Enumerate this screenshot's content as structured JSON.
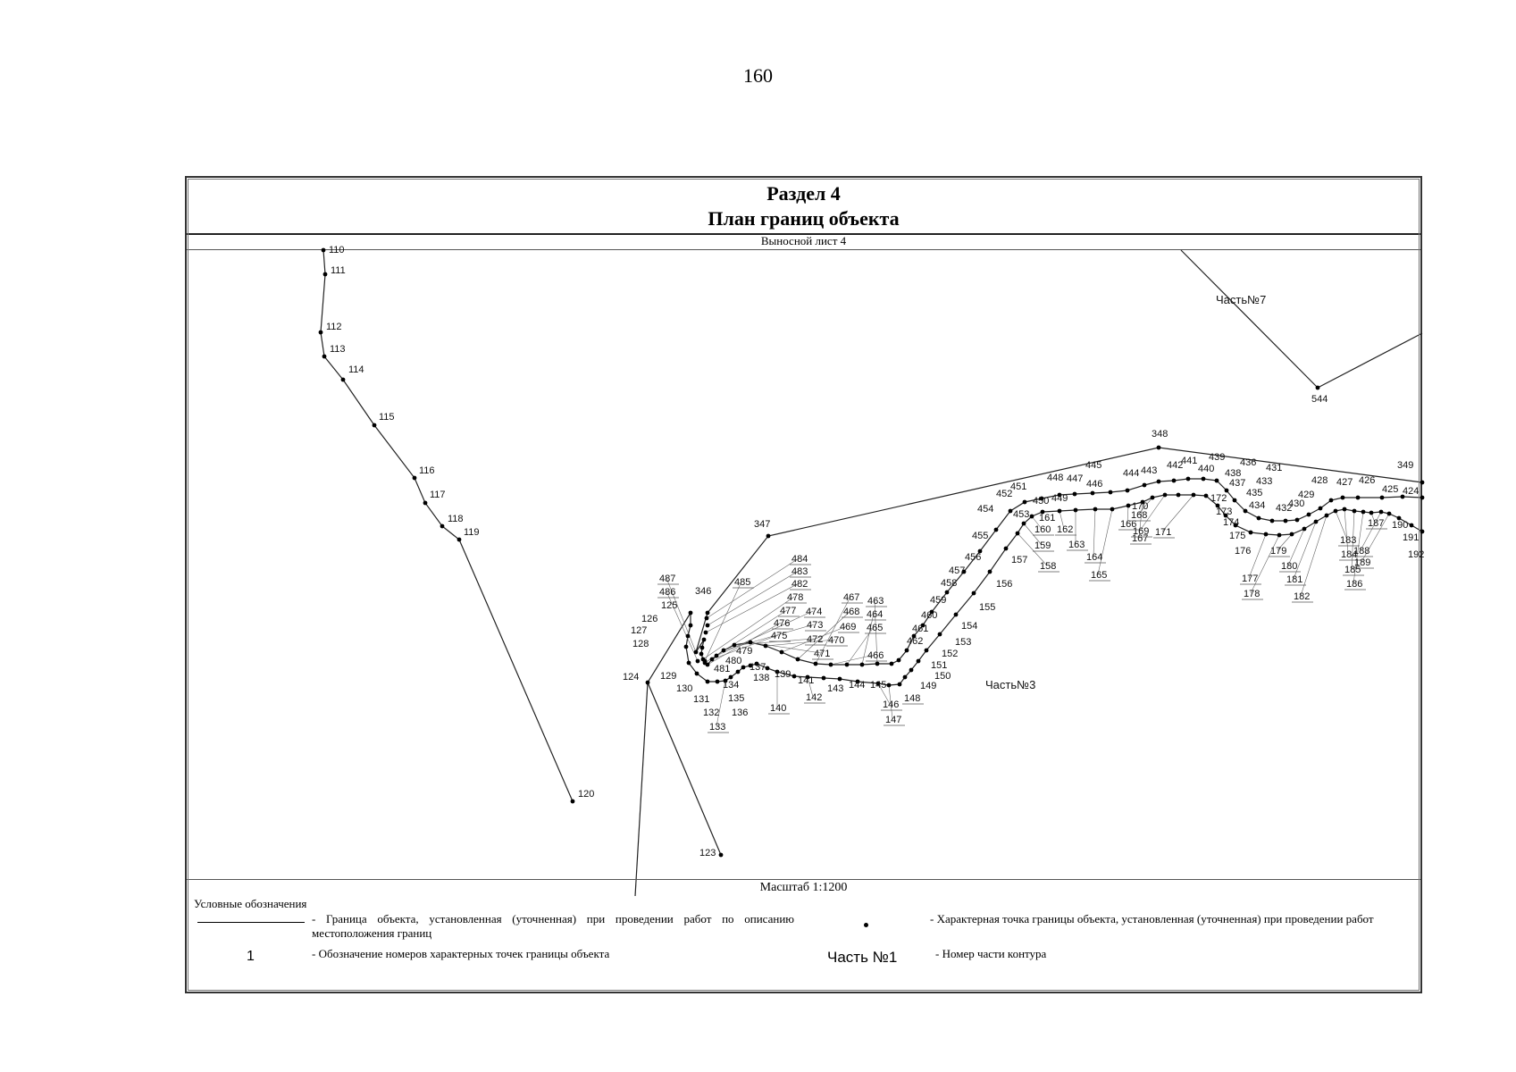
{
  "page_number": "160",
  "header": {
    "section": "Раздел 4",
    "title": "План границ объекта"
  },
  "sheet_label": "Выносной лист 4",
  "scale": "Масштаб 1:1200",
  "legend": {
    "title": "Условные обозначения",
    "boundary_text": "- Граница  объекта, установленная (уточненная) при проведении работ по описанию местоположения границ",
    "point_text": "- Характерная точка границы объекта, установленная (уточненная) при проведении работ",
    "number_sample": "1",
    "number_text": "- Обозначение номеров характерных точек границы объекта",
    "part_sample": "Часть №1",
    "part_text": "- Номер части контура"
  },
  "map": {
    "part_labels": [
      {
        "text": "Часть№7"
      },
      {
        "text": "Часть№3"
      }
    ],
    "point_labels": [
      "110",
      "111",
      "112",
      "113",
      "114",
      "115",
      "116",
      "117",
      "118",
      "119",
      "120",
      "123",
      "124",
      "125",
      "126",
      "127",
      "128",
      "129",
      "130",
      "131",
      "132",
      "133",
      "134",
      "135",
      "136",
      "137",
      "138",
      "139",
      "140",
      "141",
      "142",
      "143",
      "144",
      "145",
      "146",
      "147",
      "148",
      "149",
      "150",
      "151",
      "152",
      "153",
      "154",
      "155",
      "156",
      "157",
      "158",
      "159",
      "160",
      "161",
      "162",
      "163",
      "164",
      "165",
      "166",
      "167",
      "168",
      "169",
      "170",
      "171",
      "172",
      "173",
      "174",
      "175",
      "176",
      "177",
      "178",
      "179",
      "180",
      "181",
      "182",
      "183",
      "184",
      "185",
      "186",
      "187",
      "188",
      "189",
      "190",
      "191",
      "192",
      "346",
      "347",
      "348",
      "349",
      "424",
      "425",
      "426",
      "427",
      "428",
      "429",
      "430",
      "431",
      "432",
      "433",
      "434",
      "435",
      "436",
      "437",
      "438",
      "439",
      "440",
      "441",
      "442",
      "443",
      "444",
      "445",
      "446",
      "447",
      "448",
      "449",
      "450",
      "451",
      "452",
      "453",
      "454",
      "455",
      "456",
      "457",
      "458",
      "459",
      "460",
      "461",
      "462",
      "463",
      "464",
      "465",
      "466",
      "467",
      "468",
      "469",
      "470",
      "471",
      "472",
      "473",
      "474",
      "475",
      "476",
      "477",
      "478",
      "479",
      "480",
      "481",
      "482",
      "483",
      "484",
      "485",
      "486",
      "487",
      "544"
    ]
  }
}
